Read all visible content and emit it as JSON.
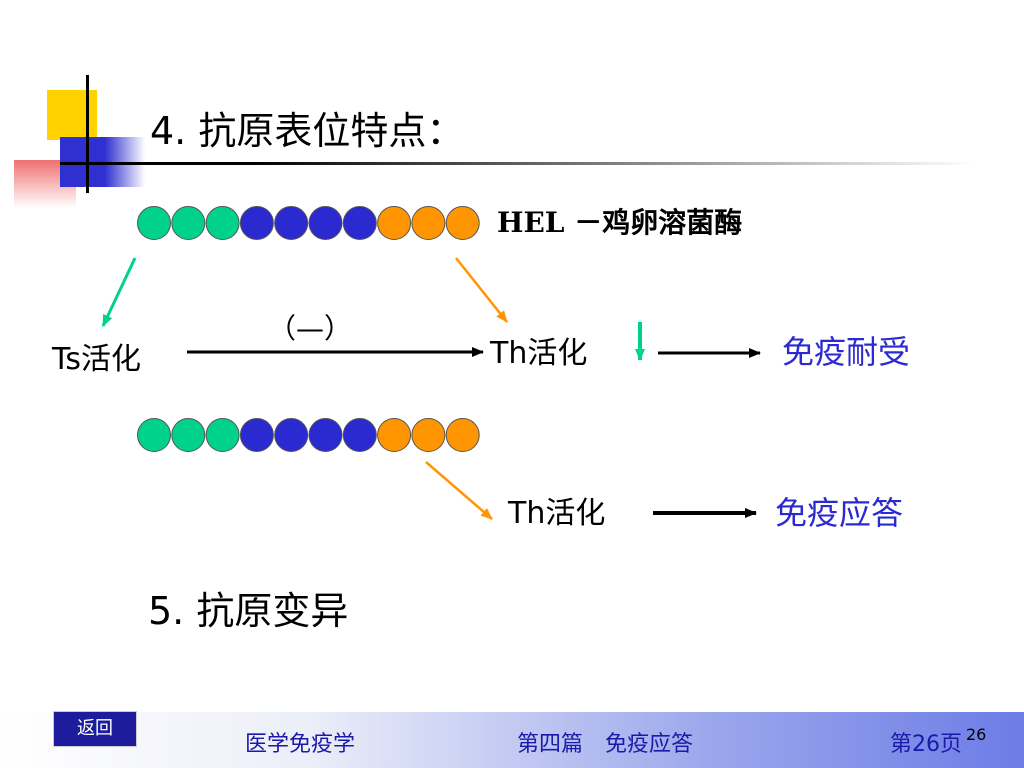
{
  "slide": {
    "title": "4. 抗原表位特点：",
    "hel_label": "HEL －鸡卵溶菌酶",
    "ts_label": "Ts活化",
    "inhibit_label": "（—）",
    "th1_label": "Th活化",
    "result1": "免疫耐受",
    "th2_label": "Th活化",
    "result2": "免疫应答",
    "subtitle": "5. 抗原变异"
  },
  "bead_chains": [
    {
      "colors": [
        "#00d28c",
        "#00d28c",
        "#00d28c",
        "#2a2ad0",
        "#2a2ad0",
        "#2a2ad0",
        "#2a2ad0",
        "#ff9500",
        "#ff9500",
        "#ff9500"
      ]
    },
    {
      "colors": [
        "#00d28c",
        "#00d28c",
        "#00d28c",
        "#2a2ad0",
        "#2a2ad0",
        "#2a2ad0",
        "#2a2ad0",
        "#ff9500",
        "#ff9500",
        "#ff9500"
      ]
    }
  ],
  "colors": {
    "green": "#00d28c",
    "blue": "#2a2ad0",
    "orange": "#ff9500",
    "result_text": "#2a2ad0"
  },
  "footer": {
    "back_button": "返回",
    "course": "医学免疫学",
    "chapter": "第四篇　免疫应答",
    "page_label": "第26页",
    "page_number": "26"
  }
}
